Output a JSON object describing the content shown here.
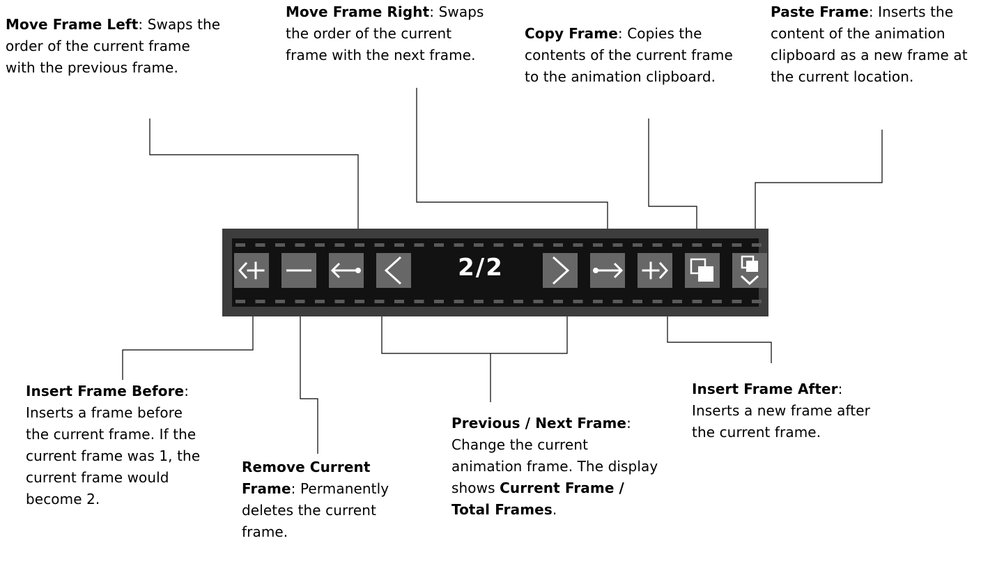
{
  "toolbar": {
    "counter": "2/2",
    "buttons": [
      {
        "name": "insert-frame-before",
        "icon": "arrow-left-plus-icon"
      },
      {
        "name": "remove-current-frame",
        "icon": "minus-icon"
      },
      {
        "name": "move-frame-left",
        "icon": "double-arrow-left-icon"
      },
      {
        "name": "previous-frame",
        "icon": "chevron-left-icon"
      },
      {
        "name": "next-frame",
        "icon": "chevron-right-icon"
      },
      {
        "name": "move-frame-right",
        "icon": "double-arrow-right-icon"
      },
      {
        "name": "insert-frame-after",
        "icon": "plus-arrow-right-icon"
      },
      {
        "name": "copy-frame",
        "icon": "copy-icon"
      },
      {
        "name": "paste-frame",
        "icon": "paste-icon"
      }
    ]
  },
  "annotations": {
    "move_left": {
      "title": "Move Frame Left",
      "sep": ": ",
      "text": "Swaps the order of the current frame with the previous frame."
    },
    "move_right": {
      "title": "Move Frame Right",
      "sep": ": ",
      "text": "Swaps the order of the current frame with the next frame."
    },
    "copy": {
      "title": "Copy Frame",
      "sep": ": ",
      "text": "Copies the contents of the current frame to the animation clipboard."
    },
    "paste": {
      "title": "Paste Frame",
      "sep": ": ",
      "text": "Inserts the content of the animation clipboard as a new frame at the current location."
    },
    "insert_before": {
      "title": "Insert Frame Before",
      "sep": ": ",
      "text": "Inserts a frame before the current frame. If the current frame was 1, the current frame would become 2."
    },
    "remove": {
      "title": "Remove Current Frame",
      "sep": ": ",
      "text": "Permanently deletes the current frame."
    },
    "prev_next": {
      "title": "Previous / Next Frame",
      "sep": ": ",
      "text": "Change the current animation frame. The display shows ",
      "bold_tail": "Current Frame / Total Frames",
      "end": "."
    },
    "insert_after": {
      "title": "Insert Frame After",
      "sep": ": ",
      "text": "Inserts a new frame after the current frame."
    }
  },
  "colors": {
    "frame_border": "#3d3d3d",
    "strip_background": "#121212",
    "button_background": "#676767",
    "icon_color": "#ffffff",
    "sprocket_color": "#5a5a5a",
    "connector_line": "#000000"
  }
}
